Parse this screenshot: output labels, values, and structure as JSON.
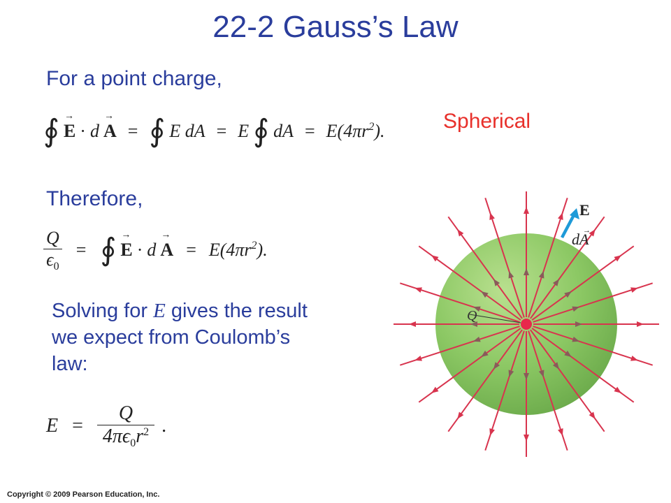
{
  "slide": {
    "title": "22-2 Gauss’s Law",
    "intro": "For a point charge,",
    "surface_type": "Spherical",
    "therefore": "Therefore,",
    "solving_part1": "Solving for",
    "solving_var": "E",
    "solving_part2": "gives the result",
    "solving_line2": "we expect from Coulomb’s",
    "solving_line3": "law:",
    "copyright": "Copyright © 2009 Pearson Education, Inc."
  },
  "equations": {
    "eq1": {
      "integral": "∮",
      "E": "E",
      "dot": "·",
      "d": "d",
      "A": "A",
      "eqs": "=",
      "EdA": "E dA",
      "E2": "E",
      "dA": "dA",
      "result": "E(4πr",
      "power": "2",
      "close": ")."
    },
    "eq2": {
      "Q": "Q",
      "eps": "ϵ",
      "zero": "0",
      "eqs": "=",
      "integral": "∮",
      "E": "E",
      "dot": "·",
      "d": "d",
      "A": "A",
      "result": "E(4πr",
      "power": "2",
      "close": ")."
    },
    "eq3": {
      "E": "E",
      "eqs": "=",
      "Q": "Q",
      "den_prefix": "4πϵ",
      "zero": "0",
      "r": "r",
      "power": "2",
      "dot": "."
    }
  },
  "figure": {
    "field_label": "E",
    "area_label": "dA",
    "charge_label": "Q",
    "colors": {
      "sphere": "#8cc864",
      "field_lines": "#d8344e",
      "charge": "#e8294c",
      "area_vector": "#1e9ad8"
    }
  }
}
